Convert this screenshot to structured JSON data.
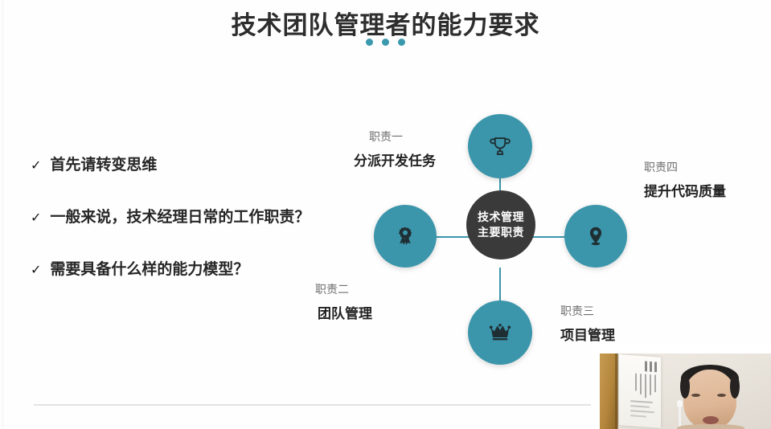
{
  "slide": {
    "title": "技术团队管理者的能力要求",
    "dots_count": 3,
    "accent_color": "#3b96ab",
    "hub_color": "#3a3a3a",
    "text_color": "#272727",
    "bullets": [
      {
        "check": "✓",
        "text": "首先请转变思维"
      },
      {
        "check": "✓",
        "text": "一般来说，技术经理日常的工作职责？"
      },
      {
        "check": "✓",
        "text": "需要具备什么样的能力模型？"
      }
    ],
    "hub": {
      "line1": "技术管理",
      "line2": "主要职责"
    },
    "duties": [
      {
        "no": "职责一",
        "text": "分派开发任务",
        "icon": "trophy-icon",
        "position": "top"
      },
      {
        "no": "职责二",
        "text": "团队管理",
        "icon": "award-ribbon-icon",
        "position": "left"
      },
      {
        "no": "职责三",
        "text": "项目管理",
        "icon": "crown-icon",
        "position": "bottom"
      },
      {
        "no": "职责四",
        "text": "提升代码质量",
        "icon": "location-pin-icon",
        "position": "right"
      }
    ]
  },
  "webcam": {
    "label": "presenter-camera"
  }
}
